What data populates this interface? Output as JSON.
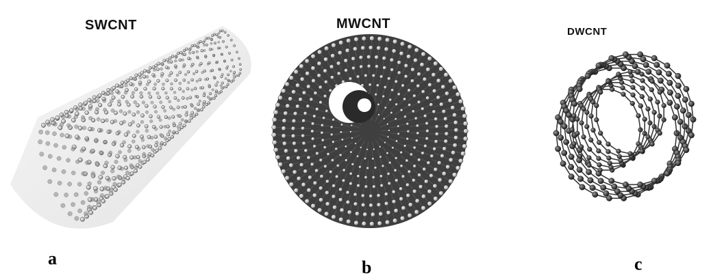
{
  "panels": [
    {
      "title": "SWCNT",
      "letter": "a"
    },
    {
      "title": "MWCNT",
      "letter": "b"
    },
    {
      "title": "DWCNT",
      "letter": "c"
    }
  ],
  "colors": {
    "background": "#ffffff",
    "atom_light": "#c8c8c8",
    "atom_mid": "#8a8a8a",
    "atom_dark": "#2a2a2a",
    "bond": "#3a3a3a"
  }
}
